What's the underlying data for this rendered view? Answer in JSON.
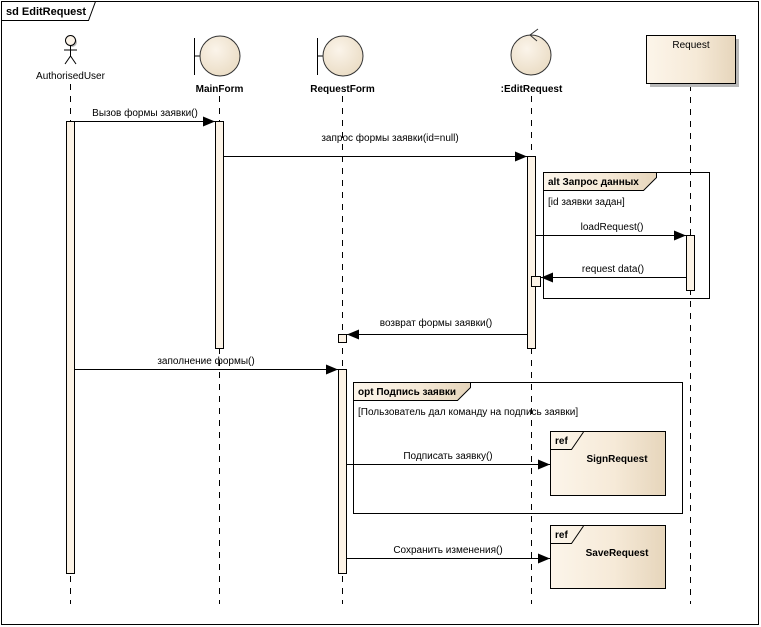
{
  "diagram": {
    "title": "sd EditRequest",
    "type": "sequence"
  },
  "colors": {
    "fill_light": "#fbf3e8",
    "fill_dark": "#e9dac2",
    "activation": "#fcf3e6",
    "stroke": "#000000",
    "shadow": "#b8b8b8"
  },
  "lifelines": [
    {
      "id": "user",
      "label": "AuthorisedUser",
      "kind": "actor",
      "bold": false
    },
    {
      "id": "mainform",
      "label": "MainForm",
      "kind": "boundary",
      "bold": true
    },
    {
      "id": "requestform",
      "label": "RequestForm",
      "kind": "boundary",
      "bold": true
    },
    {
      "id": "editrequest",
      "label": ":EditRequest",
      "kind": "control",
      "bold": true
    },
    {
      "id": "request",
      "label": "Request",
      "kind": "class-box",
      "bold": false
    }
  ],
  "messages": [
    {
      "label": "Вызов формы заявки()",
      "from": "user",
      "to": "mainform"
    },
    {
      "label": "запрос формы заявки(id=null)",
      "from": "mainform",
      "to": "editrequest"
    },
    {
      "label": "loadRequest()",
      "from": "editrequest",
      "to": "request"
    },
    {
      "label": "request data()",
      "from": "request",
      "to": "editrequest"
    },
    {
      "label": "возврат формы заявки()",
      "from": "editrequest",
      "to": "requestform"
    },
    {
      "label": "заполнение формы()",
      "from": "user",
      "to": "requestform"
    },
    {
      "label": "Подписать заявку()",
      "from": "requestform",
      "to": "ref-sign"
    },
    {
      "label": "Сохранить изменения()",
      "from": "requestform",
      "to": "ref-save"
    }
  ],
  "fragments": [
    {
      "operator": "alt",
      "name": "Запрос данных",
      "title": "alt Запрос данных",
      "guard": "[id заявки задан]"
    },
    {
      "operator": "opt",
      "name": "Подпись заявки",
      "title": "opt Подпись заявки",
      "guard": "[Пользователь дал команду на подпись заявки]"
    }
  ],
  "refs": [
    {
      "id": "ref-sign",
      "tag": "ref",
      "name": "SignRequest"
    },
    {
      "id": "ref-save",
      "tag": "ref",
      "name": "SaveRequest"
    }
  ]
}
